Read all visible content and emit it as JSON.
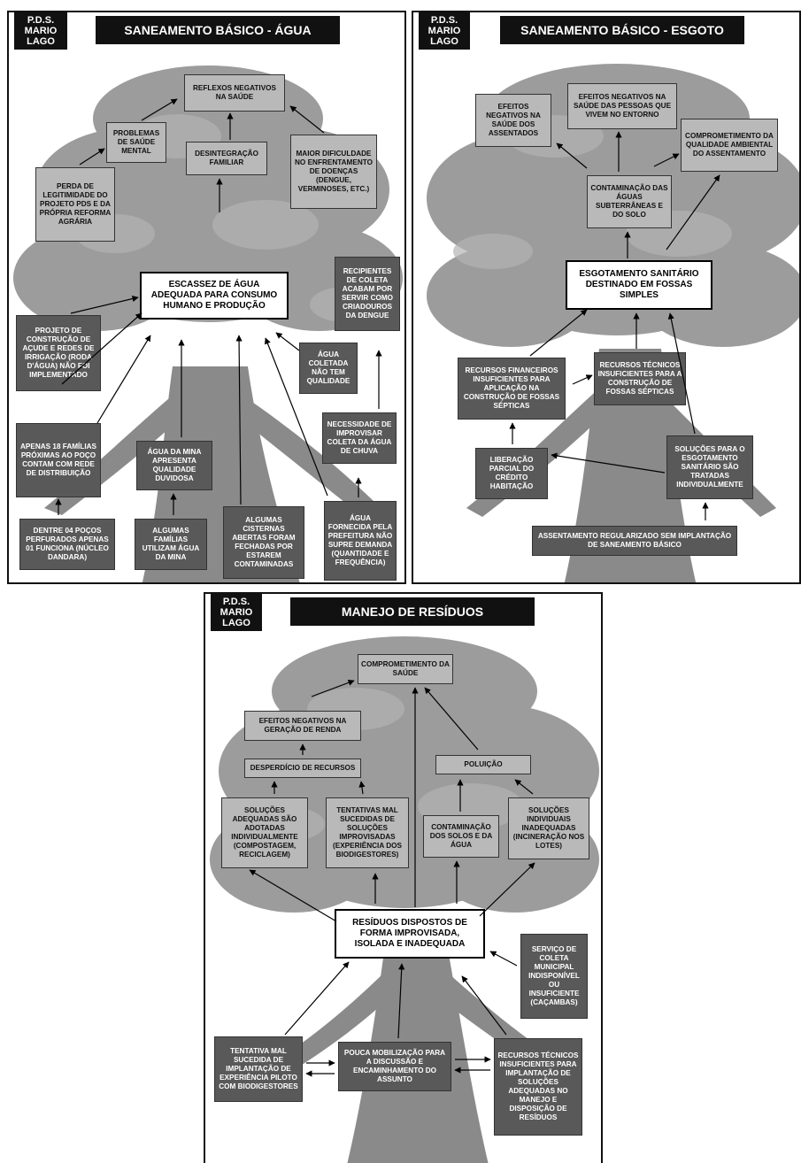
{
  "agua": {
    "tag": "P.D.S.\nMARIO\nLAGO",
    "title": "SANEAMENTO BÁSICO - ÁGUA",
    "reflexos": "REFLEXOS NEGATIVOS NA SAÚDE",
    "problemas": "PROBLEMAS DE SAÚDE MENTAL",
    "desintegracao": "DESINTEGRAÇÃO FAMILIAR",
    "maior": "MAIOR DIFICULDADE NO ENFRENTAMENTO DE DOENÇAS (DENGUE, VERMINOSES, ETC.)",
    "perda": "PERDA DE LEGITIMIDADE DO PROJETO PDS E DA PRÓPRIA REFORMA AGRÁRIA",
    "escassez": "ESCASSEZ DE ÁGUA ADEQUADA PARA CONSUMO HUMANO E PRODUÇÃO",
    "recipientes": "RECIPIENTES DE COLETA ACABAM POR SERVIR COMO CRIADOUROS DA DENGUE",
    "projeto": "PROJETO DE CONSTRUÇÃO DE AÇUDE E REDES DE IRRIGAÇÃO (RODA D'ÁGUA) NÃO FOI IMPLEMENTADO",
    "coletada": "ÁGUA COLETADA NÃO TEM QUALIDADE",
    "apenas18": "APENAS 18 FAMÍLIAS PRÓXIMAS AO POÇO CONTAM COM REDE DE DISTRIBUIÇÃO",
    "mina": "ÁGUA DA MINA APRESENTA QUALIDADE DUVIDOSA",
    "necessidade": "NECESSIDADE DE IMPROVISAR COLETA DA ÁGUA DE CHUVA",
    "dentre": "DENTRE 04 POÇOS PERFURADOS APENAS 01 FUNCIONA (NÚCLEO DANDARA)",
    "algumas_fam": "ALGUMAS FAMÍLIAS UTILIZAM ÁGUA DA MINA",
    "cisternas": "ALGUMAS CISTERNAS ABERTAS FORAM FECHADAS POR ESTAREM CONTAMINADAS",
    "fornecida": "ÁGUA FORNECIDA PELA PREFEITURA NÃO SUPRE DEMANDA (QUANTIDADE E FREQUÊNCIA)"
  },
  "esgoto": {
    "tag": "P.D.S.\nMARIO\nLAGO",
    "title": "SANEAMENTO BÁSICO - ESGOTO",
    "efeitos_assent": "EFEITOS NEGATIVOS NA SAÚDE DOS ASSENTADOS",
    "efeitos_entorno": "EFEITOS NEGATIVOS NA SAÚDE DAS PESSOAS QUE VIVEM NO ENTORNO",
    "comprometimento": "COMPROMETIMENTO DA QUALIDADE AMBIENTAL DO ASSENTAMENTO",
    "contaminacao": "CONTAMINAÇÃO DAS ÁGUAS SUBTERRÂNEAS E DO SOLO",
    "esgotamento": "ESGOTAMENTO SANITÁRIO DESTINADO EM FOSSAS SIMPLES",
    "rec_fin": "RECURSOS FINANCEIROS INSUFICIENTES PARA APLICAÇÃO NA CONSTRUÇÃO DE FOSSAS SÉPTICAS",
    "rec_tec": "RECURSOS TÉCNICOS INSUFICIENTES PARA A CONSTRUÇÃO DE FOSSAS SÉPTICAS",
    "liberacao": "LIBERAÇÃO PARCIAL DO CRÉDITO HABITAÇÃO",
    "solucoes": "SOLUÇÕES PARA O ESGOTAMENTO SANITÁRIO SÃO TRATADAS INDIVIDUALMENTE",
    "assentamento": "ASSENTAMENTO REGULARIZADO SEM IMPLANTAÇÃO DE SANEAMENTO BÁSICO"
  },
  "residuos": {
    "tag": "P.D.S.\nMARIO\nLAGO",
    "title": "MANEJO DE RESÍDUOS",
    "comprometimento": "COMPROMETIMENTO DA SAÚDE",
    "efeitos_renda": "EFEITOS NEGATIVOS NA GERAÇÃO DE RENDA",
    "desperdicio": "DESPERDÍCIO DE RECURSOS",
    "poluicao": "POLUIÇÃO",
    "sol_adequadas": "SOLUÇÕES ADEQUADAS SÃO ADOTADAS INDIVIDUALMENTE (COMPOSTAGEM, RECICLAGEM)",
    "tentativas": "TENTATIVAS MAL SUCEDIDAS DE SOLUÇÕES IMPROVISADAS (EXPERIÊNCIA DOS BIODIGESTORES)",
    "contam_solos": "CONTAMINAÇÃO DOS SOLOS E DA ÁGUA",
    "sol_indiv": "SOLUÇÕES INDIVIDUAIS INADEQUADAS (INCINERAÇÃO NOS LOTES)",
    "residuos_disp": "RESÍDUOS DISPOSTOS DE FORMA IMPROVISADA, ISOLADA E INADEQUADA",
    "servico": "SERVIÇO DE COLETA MUNICIPAL INDISPONÍVEL OU INSUFICIENTE (CAÇAMBAS)",
    "tentativa_mal": "TENTATIVA MAL SUCEDIDA DE IMPLANTAÇÃO DE EXPERIÊNCIA PILOTO COM BIODIGESTORES",
    "pouca": "POUCA MOBILIZAÇÃO PARA A DISCUSSÃO E ENCAMINHAMENTO DO ASSUNTO",
    "rec_tec": "RECURSOS TÉCNICOS INSUFICIENTES PARA IMPLANTAÇÃO DE SOLUÇÕES ADEQUADAS NO MANEJO E DISPOSIÇÃO DE RESÍDUOS"
  }
}
